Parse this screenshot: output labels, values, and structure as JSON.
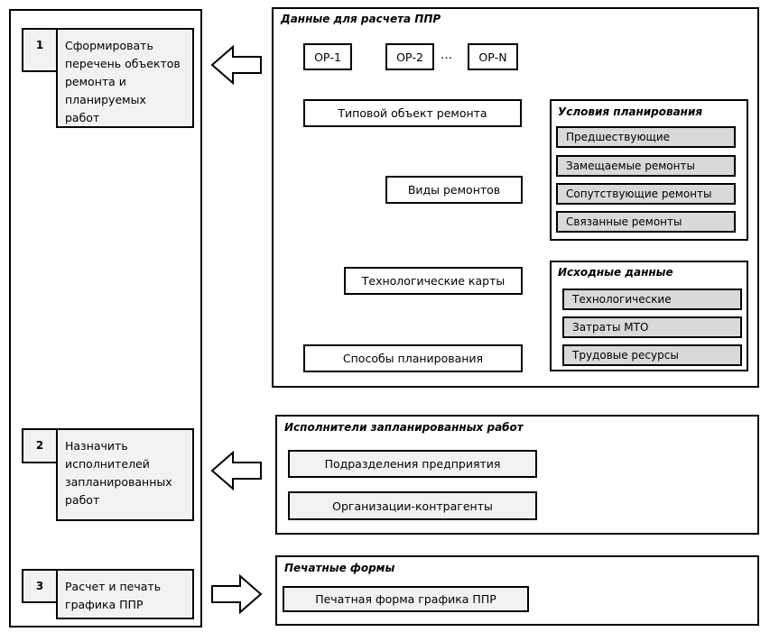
{
  "steps": [
    {
      "number": "1",
      "text": "Сформировать\nперечень объектов\nремонта и\nпланируемых\nработ"
    },
    {
      "number": "2",
      "text": "Назначить\nисполнителей\nзапланированных\nработ"
    },
    {
      "number": "3",
      "text": "Расчет и печать\nграфика ППР"
    }
  ],
  "data_panel": {
    "title": "Данные для расчета ППР",
    "op_boxes": [
      "ОР-1",
      "ОР-2",
      "ОР-N"
    ],
    "ellipsis": "…",
    "typical_object": "Типовой объект ремонта",
    "repair_types": "Виды ремонтов",
    "tech_cards": "Технологические карты",
    "planning_methods": "Способы планирования",
    "conditions": {
      "title": "Условия планирования",
      "items": [
        "Предшествующие",
        "Замещаемые ремонты",
        "Сопутствующие ремонты",
        "Связанные ремонты"
      ]
    },
    "source_data": {
      "title": "Исходные данные",
      "items": [
        "Технологические",
        "Затраты МТО",
        "Трудовые ресурсы"
      ]
    }
  },
  "executors_panel": {
    "title": "Исполнители запланированных работ",
    "items": [
      "Подразделения предприятия",
      "Организации-контрагенты"
    ]
  },
  "print_panel": {
    "title": "Печатные формы",
    "items": [
      "Печатная форма графика ППР"
    ]
  }
}
